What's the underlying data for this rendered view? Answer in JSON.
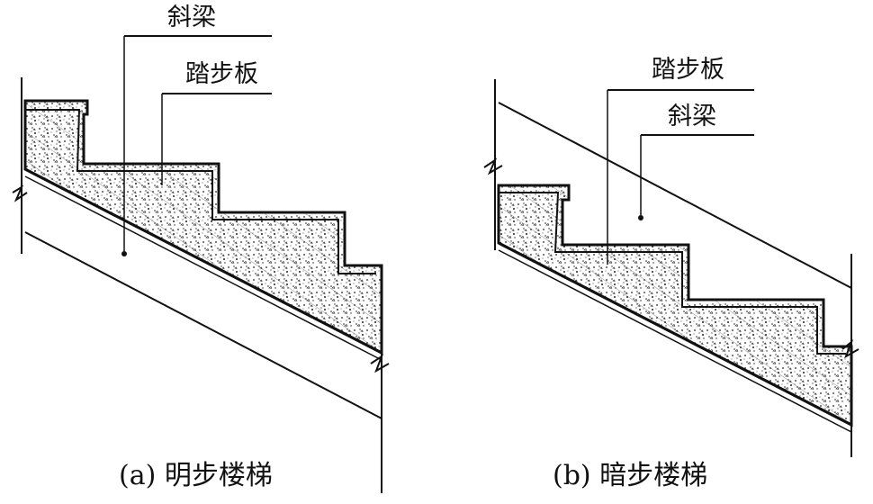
{
  "figure_a": {
    "label_beam": "斜梁",
    "label_tread": "踏步板",
    "caption": "(a) 明步楼梯"
  },
  "figure_b": {
    "label_tread": "踏步板",
    "label_beam": "斜梁",
    "caption": "(b) 暗步楼梯"
  },
  "colors": {
    "ink": "#111111",
    "concrete": "#ffffff",
    "background": "#ffffff"
  }
}
